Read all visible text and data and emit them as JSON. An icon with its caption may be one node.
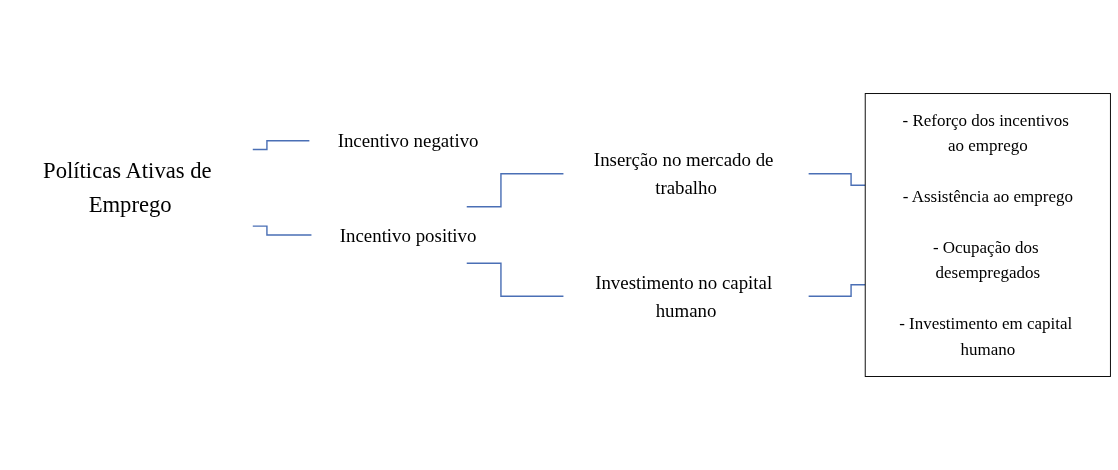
{
  "diagram": {
    "nodes": [
      {
        "text": [
          "Políticas Ativas de Emprego"
        ]
      },
      {
        "text": [
          "Incentivo negativo"
        ]
      },
      {
        "text": [
          "Incentivo positivo"
        ]
      },
      {
        "text": [
          "Inserção no mercado de trabalho"
        ]
      },
      {
        "text": [
          "Investimento no capital humano"
        ]
      },
      {
        "text": [
          "- Reforço dos incentivos ao emprego",
          "- Assistência ao emprego",
          "- Ocupação dos desempregados",
          "- Investimento em capital humano"
        ]
      }
    ],
    "edges": [
      {
        "from": 0,
        "to": 1,
        "arrow": "none"
      },
      {
        "from": 0,
        "to": 2,
        "arrow": "none"
      },
      {
        "from": 2,
        "to": 3,
        "arrow": "none"
      },
      {
        "from": 2,
        "to": 4,
        "arrow": "none"
      },
      {
        "from": 3,
        "to": 5,
        "arrow": "none"
      },
      {
        "from": 4,
        "to": 5,
        "arrow": "none"
      }
    ]
  }
}
